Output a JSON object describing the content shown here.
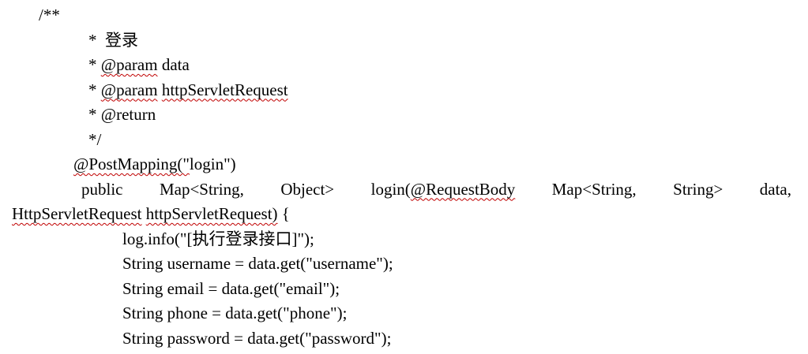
{
  "document": {
    "kind": "java-source-in-word-document",
    "text_color": "#000000",
    "background_color": "#ffffff",
    "squiggle_color": "#c00000",
    "lines": [
      {
        "name": "javadoc-open-line",
        "indent": 34,
        "segments": [
          {
            "text": "/**",
            "misspelled": false
          }
        ]
      },
      {
        "name": "javadoc-title-line",
        "indent": 97,
        "segments": [
          {
            "text": "*  登录",
            "misspelled": false
          }
        ]
      },
      {
        "name": "javadoc-param-data-line",
        "indent": 97,
        "segments": [
          {
            "text": "* ",
            "misspelled": false
          },
          {
            "text": "@param",
            "misspelled": true
          },
          {
            "text": " data",
            "misspelled": false
          }
        ]
      },
      {
        "name": "javadoc-param-request-line",
        "indent": 97,
        "segments": [
          {
            "text": "* ",
            "misspelled": false
          },
          {
            "text": "@param",
            "misspelled": true
          },
          {
            "text": " ",
            "misspelled": false
          },
          {
            "text": "httpServletRequest",
            "misspelled": true
          }
        ]
      },
      {
        "name": "javadoc-return-line",
        "indent": 97,
        "segments": [
          {
            "text": "* @return",
            "misspelled": false
          }
        ]
      },
      {
        "name": "javadoc-close-line",
        "indent": 97,
        "segments": [
          {
            "text": "*/",
            "misspelled": false
          }
        ]
      },
      {
        "name": "postmapping-annotation-line",
        "indent": 78,
        "segments": [
          {
            "text": "@PostMapping(\"",
            "misspelled": true
          },
          {
            "text": "login\")",
            "misspelled": false
          }
        ]
      },
      {
        "name": "method-signature-line",
        "indent": 0,
        "justify": true,
        "text_indent": 88,
        "segments": [
          {
            "text": "public Map<String, Object> login(",
            "misspelled": false
          },
          {
            "text": "@RequestBody",
            "misspelled": true
          },
          {
            "text": " Map<String, String> data,",
            "misspelled": false
          }
        ]
      },
      {
        "name": "method-signature-wrap-line",
        "indent": 0,
        "segments": [
          {
            "text": "HttpServletRequest",
            "misspelled": true
          },
          {
            "text": " ",
            "misspelled": false
          },
          {
            "text": "httpServletRequest)",
            "misspelled": true
          },
          {
            "text": " {",
            "misspelled": false
          }
        ]
      },
      {
        "name": "log-info-statement-line",
        "indent": 140,
        "segments": [
          {
            "text": "log.info(\"[执行登录接口]\");",
            "misspelled": false
          }
        ]
      },
      {
        "name": "username-statement-line",
        "indent": 140,
        "segments": [
          {
            "text": "String username = data.get(\"username\");",
            "misspelled": false
          }
        ]
      },
      {
        "name": "email-statement-line",
        "indent": 140,
        "segments": [
          {
            "text": "String email = data.get(\"email\");",
            "misspelled": false
          }
        ]
      },
      {
        "name": "phone-statement-line",
        "indent": 140,
        "segments": [
          {
            "text": "String phone = data.get(\"phone\");",
            "misspelled": false
          }
        ]
      },
      {
        "name": "password-statement-line",
        "indent": 140,
        "segments": [
          {
            "text": "String password = data.get(\"password\");",
            "misspelled": false
          }
        ]
      }
    ]
  }
}
